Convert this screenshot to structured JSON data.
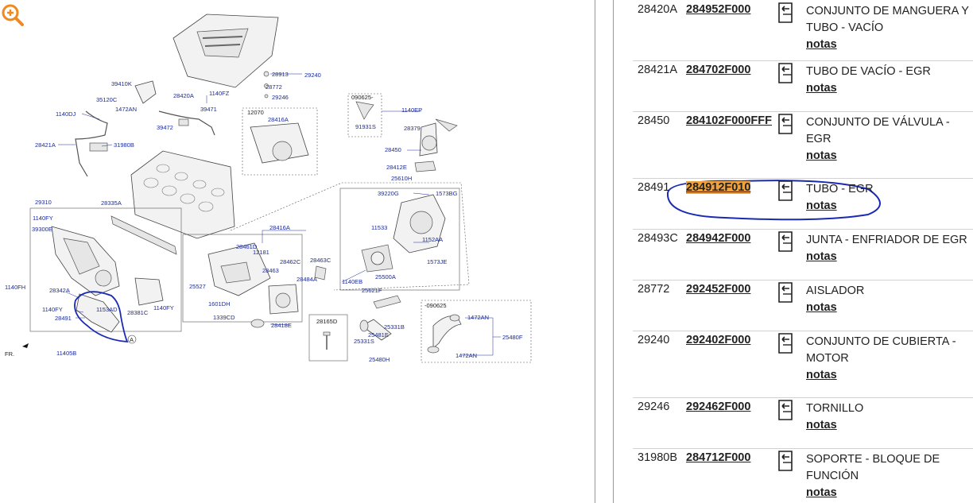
{
  "diagram": {
    "labels": [
      "29240",
      "28913",
      "28772",
      "29246",
      "39410K",
      "35120C",
      "1472AN",
      "1140FZ",
      "28420A",
      "39471",
      "39472",
      "1140DJ",
      "28421A",
      "31980B",
      "12070",
      "28416A",
      "090625-",
      "91931S",
      "1140EP",
      "28379",
      "28450",
      "28412E",
      "25610H",
      "39220G",
      "1573BG",
      "11533",
      "1152AA",
      "1573JE",
      "29310",
      "28335A",
      "1140FY",
      "39300E",
      "28342A",
      "1153AD",
      "1140FY",
      "28491",
      "28381C",
      "1140FY",
      "1140FH",
      "11405B",
      "FR.",
      "28416A",
      "28461D",
      "12181",
      "28463",
      "28462C",
      "25527",
      "1601DH",
      "1339CD",
      "28418E",
      "28463C",
      "28484A",
      "1140EB",
      "25500A",
      "25621F",
      "28165D",
      "25331B",
      "25481E",
      "25331S",
      "25480H",
      "-090625",
      "1472AN",
      "25480F",
      "1472AN",
      "A"
    ]
  },
  "parts": [
    {
      "code": "28420A",
      "part_number": "284952F000",
      "desc": "CONJUNTO DE MANGUERA Y TUBO - VACÍO",
      "notes": "notas",
      "highlighted": false
    },
    {
      "code": "28421A",
      "part_number": "284702F000",
      "desc": "TUBO DE VACÍO - EGR",
      "notes": "notas",
      "highlighted": false
    },
    {
      "code": "28450",
      "part_number": "284102F000FFF",
      "desc": "CONJUNTO DE VÁLVULA - EGR",
      "notes": "notas",
      "highlighted": false
    },
    {
      "code": "28491",
      "part_number": "284912F010",
      "desc": "TUBO - EGR",
      "notes": "notas",
      "highlighted": true
    },
    {
      "code": "28493C",
      "part_number": "284942F000",
      "desc": "JUNTA - ENFRIADOR DE EGR",
      "notes": "notas",
      "highlighted": false
    },
    {
      "code": "28772",
      "part_number": "292452F000",
      "desc": "AISLADOR",
      "notes": "notas",
      "highlighted": false
    },
    {
      "code": "29240",
      "part_number": "292402F000",
      "desc": "CONJUNTO DE CUBIERTA - MOTOR",
      "notes": "notas",
      "highlighted": false
    },
    {
      "code": "29246",
      "part_number": "292462F000",
      "desc": "TORNILLO",
      "notes": "notas",
      "highlighted": false
    },
    {
      "code": "31980B",
      "part_number": "284712F000",
      "desc": "SOPORTE - BLOQUE DE FUNCIÓN",
      "notes": "notas",
      "highlighted": false
    }
  ],
  "colors": {
    "accent": "#f0891e",
    "highlight": "#f2a23c",
    "annotation": "#1a2ab4",
    "label": "#1a2a9a"
  },
  "icons": {
    "zoom": "zoom-in-icon",
    "cart": "add-to-cart-icon"
  }
}
